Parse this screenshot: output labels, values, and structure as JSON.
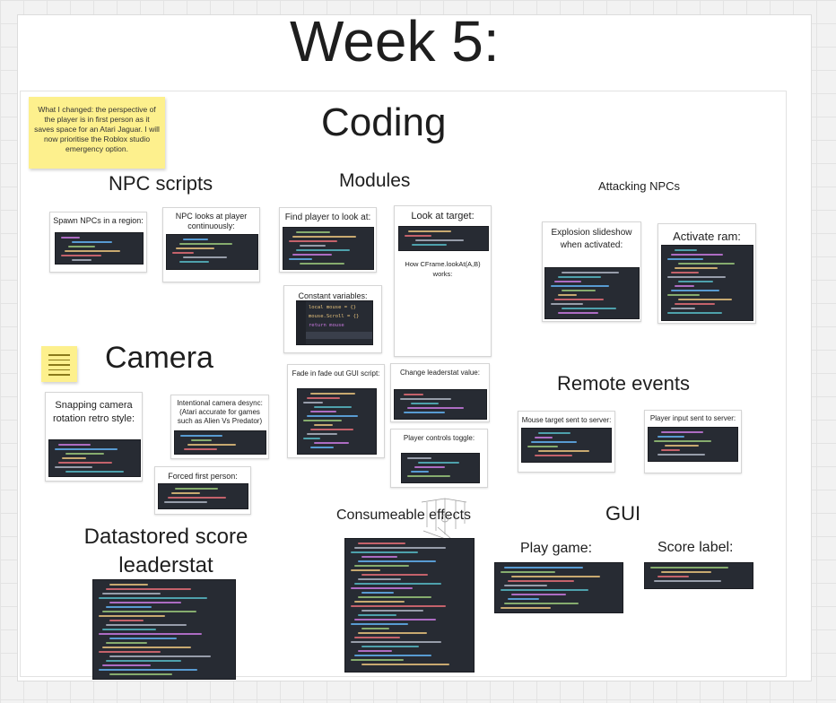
{
  "board": {
    "title": "Week 5:",
    "section_title": "Coding"
  },
  "sticky_note": {
    "text": "What I changed: the perspective of the player is in first person as it saves space for an Atari Jaguar. I will now prioritise the Roblox studio emergency option."
  },
  "headings": {
    "npc_scripts": "NPC scripts",
    "modules": "Modules",
    "attacking_npcs": "Attacking NPCs",
    "camera": "Camera",
    "remote_events": "Remote events",
    "datastored": "Datastored score leaderstat",
    "consumeable": "Consumeable effects",
    "gui": "GUI"
  },
  "cards": {
    "spawn_npcs": "Spawn NPCs in a region:",
    "npc_looks": "NPC looks at player continuously:",
    "find_player": "Find player to look at:",
    "look_at_target": "Look at target:",
    "lookat_note": "How CFrame.lookAt(A,B) works:",
    "constant_vars": "Constant variables:",
    "explosion": "Explosion slideshow when activated:",
    "activate_ram": "Activate ram:",
    "snapping_camera": "Snapping camera rotation retro style:",
    "camera_desync": "Intentional camera desync: (Atari accurate for games such as Alien Vs Predator)",
    "forced_first_person": "Forced first person:",
    "fade_gui": "Fade in fade out GUI script:",
    "change_leaderstat": "Change leaderstat value:",
    "player_controls": "Player controls toggle:",
    "mouse_target": "Mouse target sent to server:",
    "player_input": "Player input sent to server:",
    "play_game": "Play game:",
    "score_label": "Score label:"
  },
  "code_snippets": {
    "constant_variables": [
      "local mouse = {}",
      "mouse.Scroll = {}",
      "return mouse"
    ]
  },
  "colors": {
    "sticky": "#fdf08d",
    "code_bg": "#272b33",
    "board_bg": "#ffffff",
    "canvas_bg": "#f2f2f2"
  }
}
